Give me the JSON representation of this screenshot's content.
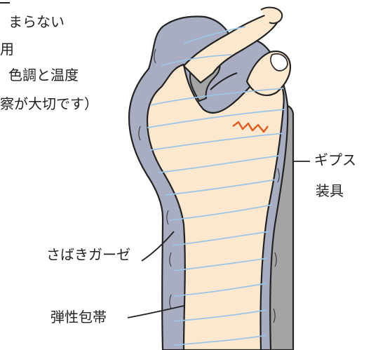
{
  "notes": [
    "まらない",
    "用",
    "色調と温度",
    "察が大切です）"
  ],
  "labels": {
    "cast_line1": "ギプス",
    "cast_line2": "装具",
    "gauze": "さばきガーゼ",
    "bandage": "弾性包帯"
  },
  "colors": {
    "skin": "#fce8cf",
    "gauze": "#a9adc2",
    "cast": "#a4a4a4",
    "bandage_line": "#9cc4e6",
    "outline": "#222222",
    "wound": "#e05a1e"
  }
}
